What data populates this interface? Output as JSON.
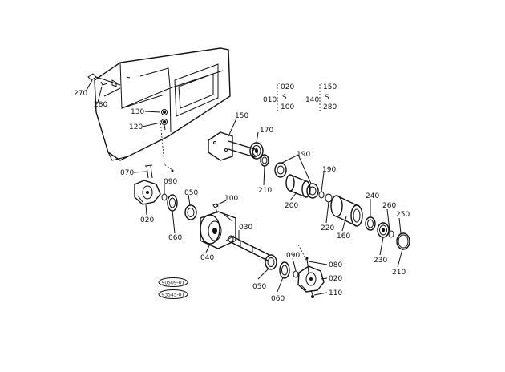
{
  "diagram": {
    "part_labels": {
      "p270": "270",
      "p280": "280",
      "p130": "130",
      "p120": "120",
      "p150": "150",
      "p170": "170",
      "p210a": "210",
      "p190a": "190",
      "p190b": "190",
      "p200": "200",
      "p220": "220",
      "p160": "160",
      "p240": "240",
      "p260": "260",
      "p250": "250",
      "p230": "230",
      "p210b": "210",
      "p070": "070",
      "p090a": "090",
      "p050a": "050",
      "p020a": "020",
      "p060a": "060",
      "p100": "100",
      "p040": "040",
      "p030": "030",
      "p090b": "090",
      "p080": "080",
      "p020b": "020",
      "p110": "110",
      "p050b": "050",
      "p060b": "060"
    },
    "kit_group_1": {
      "parent": "010",
      "top": "020",
      "mid": "S",
      "bottom": "100"
    },
    "kit_group_2": {
      "parent": "140",
      "top": "150",
      "mid": "S",
      "bottom": "280"
    },
    "ref_codes": [
      "90509-01",
      "93545-01"
    ]
  }
}
